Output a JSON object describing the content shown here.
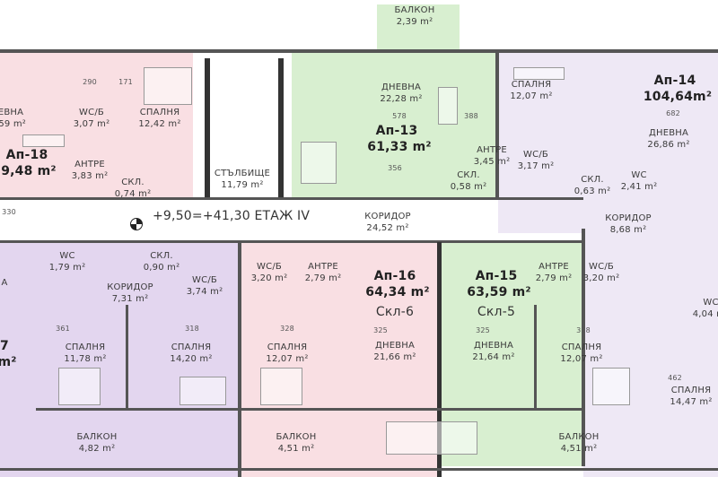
{
  "floor_label": "+9,50=+41,30 ЕТАЖ IV",
  "colors": {
    "pink": "#f9dfe3",
    "green": "#d8efd0",
    "purple": "#e3d6ef",
    "lilac": "#eee8f5"
  },
  "apartments": [
    {
      "id": "ap18",
      "name": "Ап-18",
      "area": "9,48 m²",
      "color": "pink"
    },
    {
      "id": "ap13",
      "name": "Ап-13",
      "area": "61,33 m²",
      "color": "green"
    },
    {
      "id": "ap14",
      "name": "Ап-14",
      "area": "104,64m²",
      "color": "lilac"
    },
    {
      "id": "ap16",
      "name": "Ап-16",
      "area": "64,34 m²",
      "storage": "Скл-6",
      "color": "pink"
    },
    {
      "id": "ap15",
      "name": "Ап-15",
      "area": "63,59 m²",
      "storage": "Скл-5",
      "color": "green"
    },
    {
      "id": "ap17",
      "name": "7",
      "area": "m²",
      "color": "purple"
    }
  ],
  "rooms": [
    {
      "name": "ЕВНА",
      "area": ".59 m²"
    },
    {
      "name": "WC/Б",
      "area": "3,07 m²"
    },
    {
      "name": "СПАЛНЯ",
      "area": "12,42 m²"
    },
    {
      "name": "АНТРЕ",
      "area": "3,83 m²"
    },
    {
      "name": "СКЛ.",
      "area": "0,74 m²"
    },
    {
      "name": "СТЪЛБИЩЕ",
      "area": "11,79 m²"
    },
    {
      "name": "БАЛКОН",
      "area": "2,39 m²"
    },
    {
      "name": "ДНЕВНА",
      "area": "22,28 m²"
    },
    {
      "name": "СПАЛНЯ",
      "area": "12,07 m²"
    },
    {
      "name": "АНТРЕ",
      "area": "3,45 m²"
    },
    {
      "name": "WC/Б",
      "area": "3,17 m²"
    },
    {
      "name": "СКЛ.",
      "area": "0,58 m²"
    },
    {
      "name": "ДНЕВНА",
      "area": "26,86 m²"
    },
    {
      "name": "СКЛ.",
      "area": "0,63 m²"
    },
    {
      "name": "WC",
      "area": "2,41 m²"
    },
    {
      "name": "КОРИДОР",
      "area": "8,68 m²"
    },
    {
      "name": "КОРИДОР",
      "area": "24,52 m²"
    },
    {
      "name": "WC",
      "area": "1,79 m²"
    },
    {
      "name": "СКЛ.",
      "area": "0,90 m²"
    },
    {
      "name": "WC/Б",
      "area": "3,74 m²"
    },
    {
      "name": "КОРИДОР",
      "area": "7,31 m²"
    },
    {
      "name": "СПАЛНЯ",
      "area": "11,78 m²"
    },
    {
      "name": "СПАЛНЯ",
      "area": "14,20 m²"
    },
    {
      "name": "БАЛКОН",
      "area": "4,82 m²"
    },
    {
      "name": "WC/Б",
      "area": "3,20 m²"
    },
    {
      "name": "АНТРЕ",
      "area": "2,79 m²"
    },
    {
      "name": "СПАЛНЯ",
      "area": "12,07 m²"
    },
    {
      "name": "БАЛКОН",
      "area": "4,51 m²"
    },
    {
      "name": "ДНЕВНА",
      "area": "21,66 m²"
    },
    {
      "name": "ДНЕВНА",
      "area": "21,64 m²"
    },
    {
      "name": "АНТРЕ",
      "area": "2,79 m²"
    },
    {
      "name": "WC/Б",
      "area": "3,20 m²"
    },
    {
      "name": "СПАЛНЯ",
      "area": "12,07 m²"
    },
    {
      "name": "БАЛКОН",
      "area": "4,51 m²"
    },
    {
      "name": "WC",
      "area": "4,04 m²"
    },
    {
      "name": "СПАЛНЯ",
      "area": "14,47 m²"
    },
    {
      "name": "А",
      "area": ""
    }
  ],
  "dimensions": [
    "330",
    "290",
    "171",
    "578",
    "356",
    "388",
    "682",
    "361",
    "318",
    "328",
    "325",
    "325",
    "328",
    "462"
  ]
}
